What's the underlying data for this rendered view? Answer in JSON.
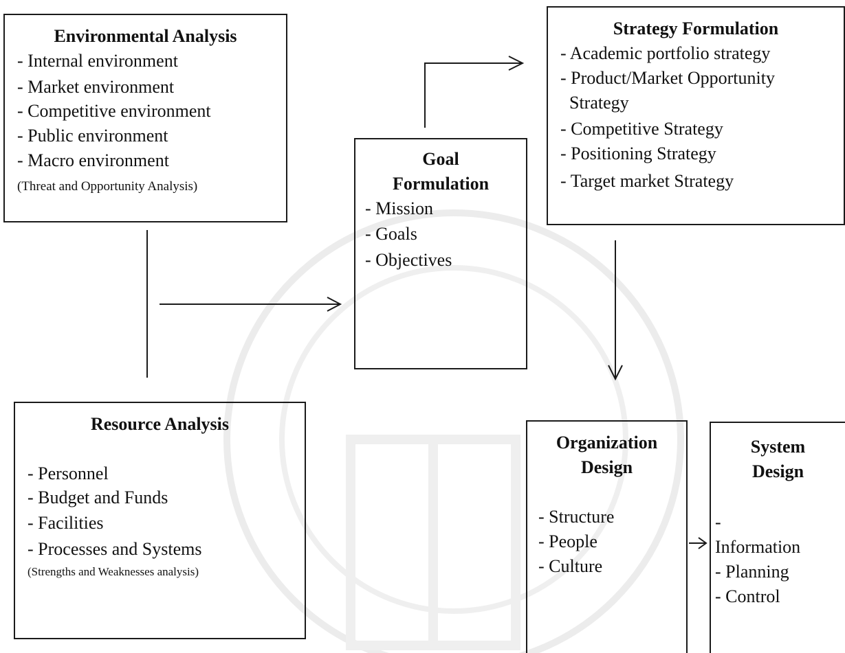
{
  "env": {
    "title": "Environmental Analysis",
    "items": [
      "-  Internal environment",
      "- Market environment",
      "- Competitive environment",
      "- Public environment",
      "- Macro environment"
    ],
    "note": "(Threat and Opportunity Analysis)"
  },
  "goal": {
    "title_line1": "Goal",
    "title_line2": "Formulation",
    "items": [
      "- Mission",
      "- Goals",
      "- Objectives"
    ]
  },
  "strategy": {
    "title": "Strategy Formulation",
    "items": [
      "- Academic portfolio strategy",
      "- Product/Market Opportunity",
      "  Strategy",
      "- Competitive Strategy",
      "- Positioning Strategy",
      "- Target market Strategy"
    ]
  },
  "resource": {
    "title": "Resource Analysis",
    "items": [
      "-  Personnel",
      "- Budget and Funds",
      "- Facilities",
      "- Processes and Systems"
    ],
    "note": "(Strengths and Weaknesses analysis)"
  },
  "org": {
    "title_line1": "Organization",
    "title_line2": "Design",
    "items": [
      "- Structure",
      "- People",
      "- Culture"
    ]
  },
  "sys": {
    "title_line1": "System",
    "title_line2": "Design",
    "items": [
      "-",
      "Information",
      "- Planning",
      "- Control"
    ]
  },
  "colors": {
    "line": "#1a1a1a",
    "watermark": "#e6e6e6"
  }
}
